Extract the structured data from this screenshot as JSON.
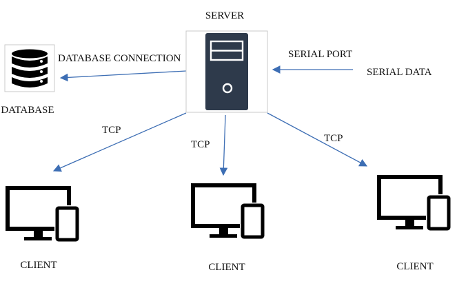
{
  "nodes": {
    "server": {
      "label": "SERVER",
      "icon": "server-tower-icon"
    },
    "database": {
      "label": "DATABASE",
      "icon": "database-icon"
    },
    "client_left": {
      "label": "CLIENT",
      "icon": "desktop-and-phone-icon"
    },
    "client_center": {
      "label": "CLIENT",
      "icon": "desktop-and-phone-icon"
    },
    "client_right": {
      "label": "CLIENT",
      "icon": "desktop-and-phone-icon"
    }
  },
  "edges": {
    "db_connection": "DATABASE CONNECTION",
    "serial_port": "SERIAL PORT",
    "serial_data": "SERIAL DATA",
    "tcp_left": "TCP",
    "tcp_center": "TCP",
    "tcp_right": "TCP"
  },
  "colors": {
    "arrow": "#3d6eb4",
    "server_body": "#2e3a4b",
    "icon_black": "#000000"
  }
}
